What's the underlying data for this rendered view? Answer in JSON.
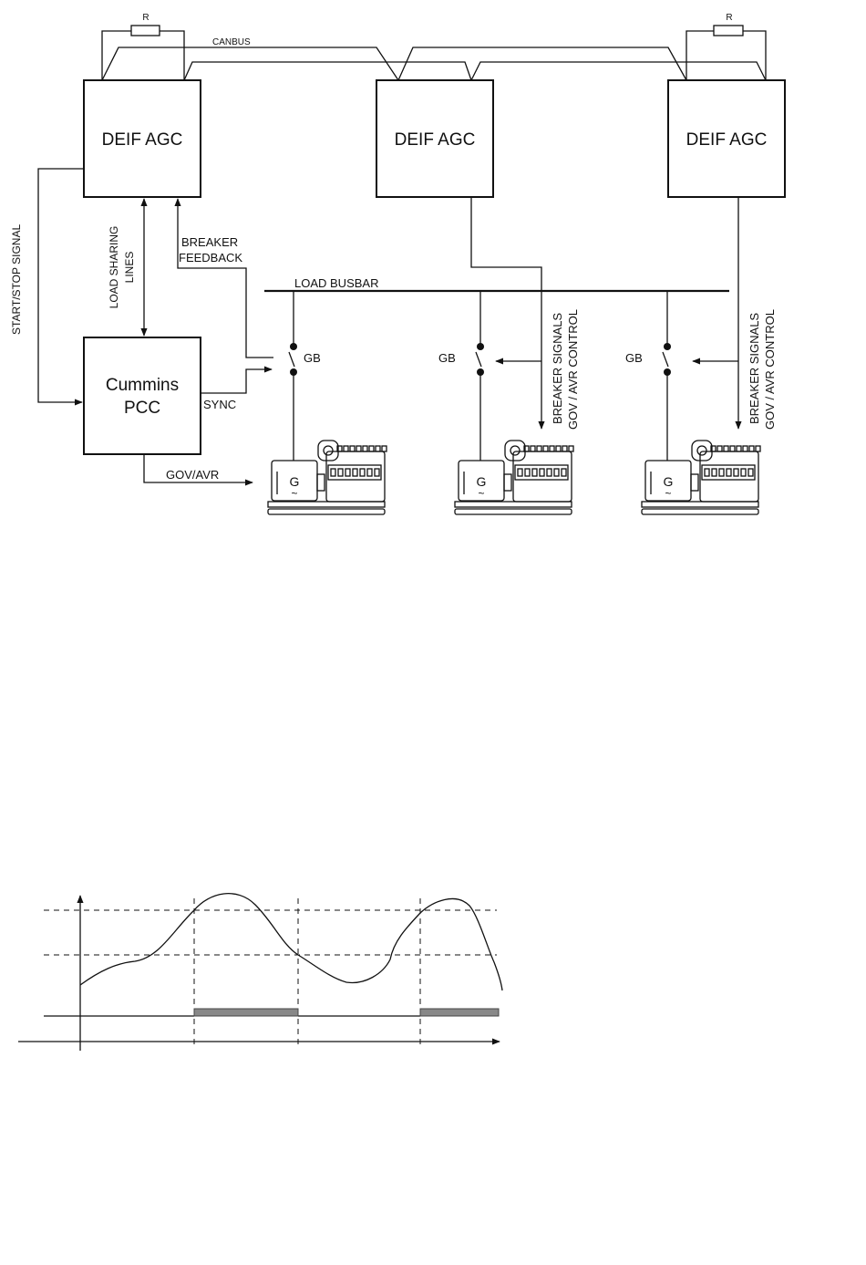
{
  "diagram": {
    "controllers": [
      {
        "label": "DEIF AGC"
      },
      {
        "label": "DEIF AGC"
      },
      {
        "label": "DEIF AGC"
      }
    ],
    "pcc": {
      "line1": "Cummins",
      "line2": "PCC"
    },
    "resistor_label": "R",
    "canbus_label": "CANBUS",
    "start_stop_label": "START/STOP SIGNAL",
    "load_sharing": {
      "line1": "LOAD SHARING",
      "line2": "LINES"
    },
    "breaker_feedback": {
      "line1": "BREAKER",
      "line2": "FEEDBACK"
    },
    "load_busbar_label": "LOAD BUSBAR",
    "gb_label": "GB",
    "sync_label": "SYNC",
    "gov_avr_label": "GOV/AVR",
    "breaker_signals": {
      "line1": "BREAKER SIGNALS",
      "line2": "GOV / AVR CONTROL"
    },
    "generator_label": "G",
    "generator_wave": "~"
  }
}
